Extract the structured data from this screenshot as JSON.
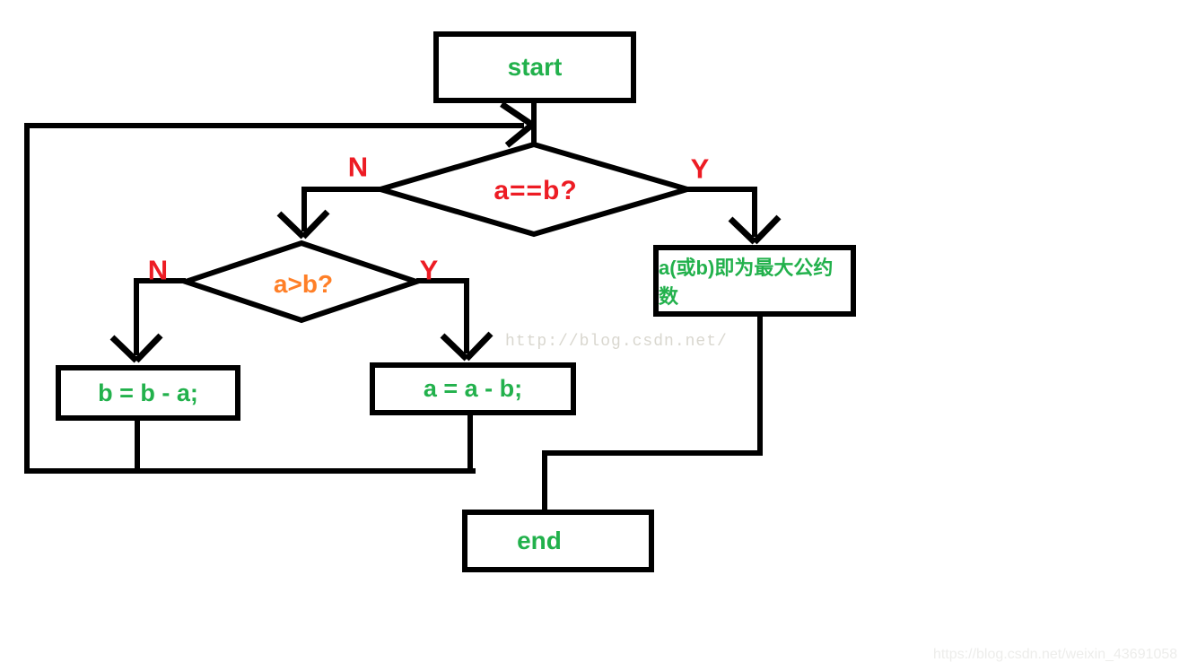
{
  "colors": {
    "line": "#000000",
    "node_text_green": "#22b14c",
    "branch_red": "#ed1c24",
    "condition_orange": "#ff7f27",
    "watermark_center": "#d9d7cf",
    "watermark_corner": "#ededeb",
    "background": "#ffffff"
  },
  "flowchart": {
    "nodes": {
      "start": {
        "type": "process",
        "label": "start"
      },
      "decision_a_eq_b": {
        "type": "decision",
        "label": "a==b?"
      },
      "decision_a_gt_b": {
        "type": "decision",
        "label": "a>b?"
      },
      "gcd_result": {
        "type": "process",
        "label": "a(或b)即为最大公约数"
      },
      "assign_b": {
        "type": "process",
        "label": "b = b - a;"
      },
      "assign_a": {
        "type": "process",
        "label": "a = a - b;"
      },
      "end": {
        "type": "process",
        "label": "end"
      }
    },
    "branch_labels": {
      "a_eq_b_no": "N",
      "a_eq_b_yes": "Y",
      "a_gt_b_no": "N",
      "a_gt_b_yes": "Y"
    }
  },
  "watermarks": {
    "center": "http://blog.csdn.net/",
    "bottom_right": "https://blog.csdn.net/weixin_43691058"
  }
}
